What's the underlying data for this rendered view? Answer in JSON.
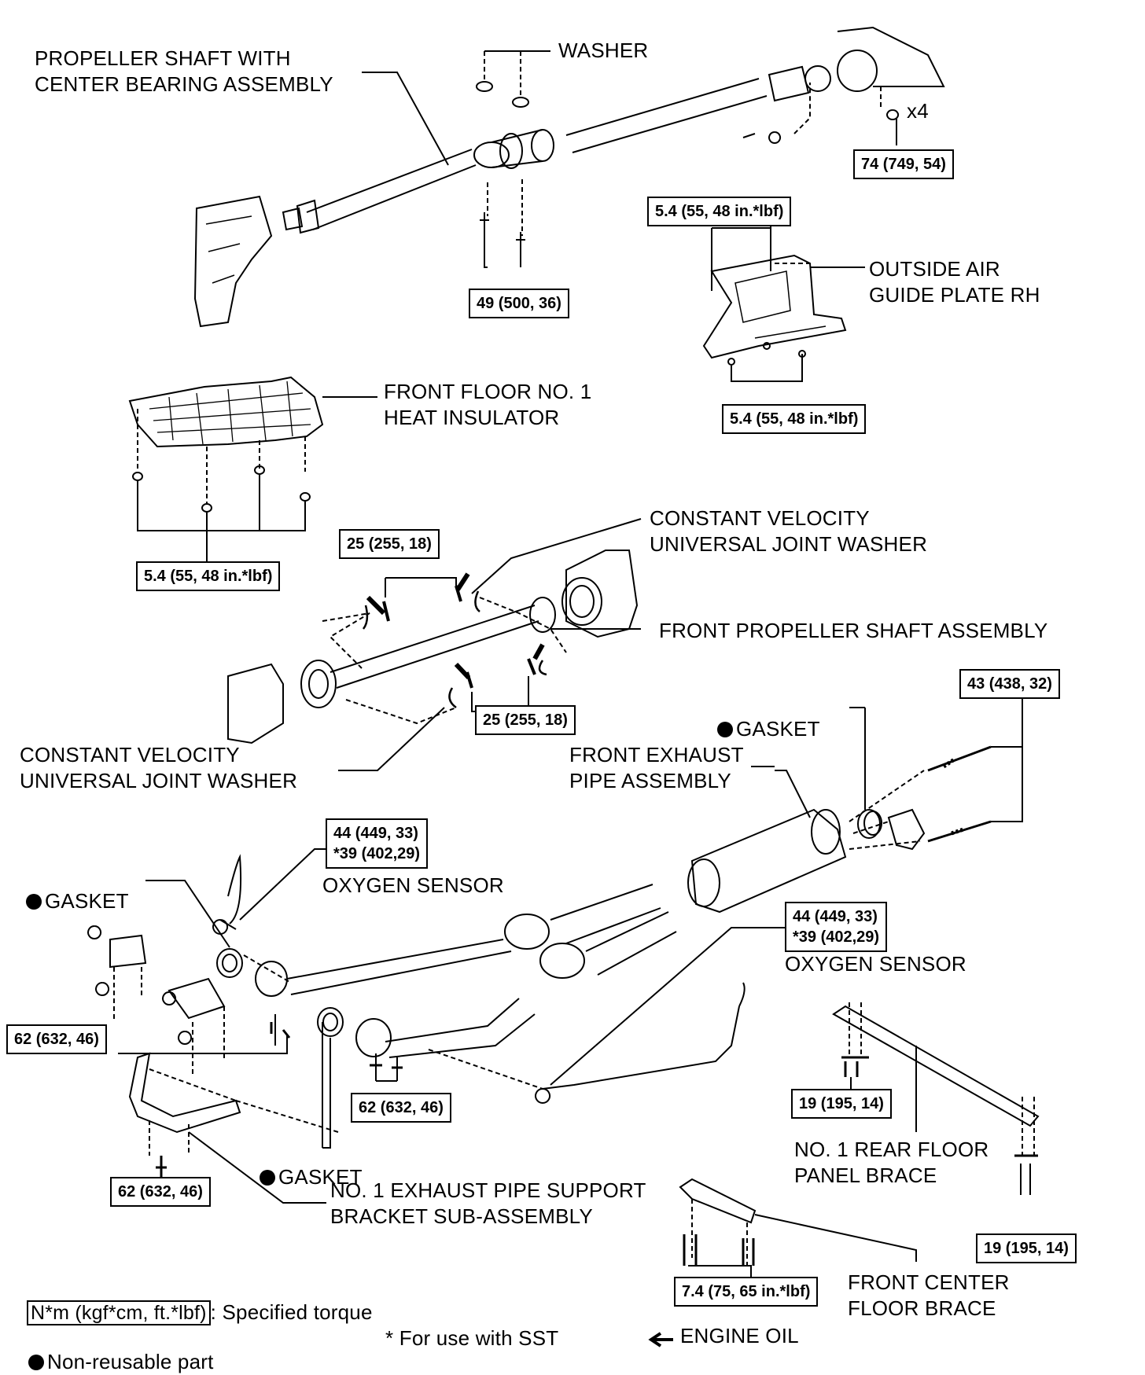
{
  "labels": {
    "propeller_shaft": "PROPELLER SHAFT WITH\nCENTER BEARING ASSEMBLY",
    "washer": "WASHER",
    "outside_air_guide": "OUTSIDE AIR\nGUIDE PLATE RH",
    "front_floor_insulator": "FRONT FLOOR NO. 1\nHEAT INSULATOR",
    "cv_washer_top": "CONSTANT VELOCITY\nUNIVERSAL JOINT WASHER",
    "front_prop_shaft": "FRONT PROPELLER SHAFT ASSEMBLY",
    "cv_washer_bottom": "CONSTANT VELOCITY\nUNIVERSAL JOINT WASHER",
    "front_exhaust_pipe": "FRONT EXHAUST\nPIPE ASSEMBLY",
    "gasket_right": "GASKET",
    "gasket_left": "GASKET",
    "gasket_bottom": "GASKET",
    "oxygen_sensor_left": "OXYGEN SENSOR",
    "oxygen_sensor_right": "OXYGEN SENSOR",
    "rear_floor_brace": "NO. 1 REAR FLOOR\nPANEL BRACE",
    "exhaust_bracket": "NO. 1 EXHAUST PIPE SUPPORT\nBRACKET SUB-ASSEMBLY",
    "front_center_brace": "FRONT CENTER\nFLOOR BRACE",
    "x4": "x4"
  },
  "torques": {
    "t74": "74 (749, 54)",
    "t49": "49 (500, 36)",
    "t54_guide_top": "5.4 (55, 48 in.*lbf)",
    "t54_guide_bottom": "5.4 (55, 48 in.*lbf)",
    "t54_insulator": "5.4 (55, 48 in.*lbf)",
    "t25_top": "25 (255, 18)",
    "t25_bottom": "25 (255, 18)",
    "t43": "43 (438, 32)",
    "t44_left": "44 (449, 33)\n*39 (402,29)",
    "t44_right": "44 (449, 33)\n*39 (402,29)",
    "t62_left": "62 (632, 46)",
    "t62_mid": "62 (632, 46)",
    "t62_bottom": "62 (632, 46)",
    "t19_left": "19 (195, 14)",
    "t19_right": "19 (195, 14)",
    "t74_brace": "7.4 (75, 65 in.*lbf)"
  },
  "legend": {
    "unit_box": "N*m (kgf*cm, ft.*lbf)",
    "specified_torque": ": Specified torque",
    "non_reusable": "Non-reusable part",
    "sst_note": "* For use with SST",
    "engine_oil": "ENGINE OIL"
  }
}
